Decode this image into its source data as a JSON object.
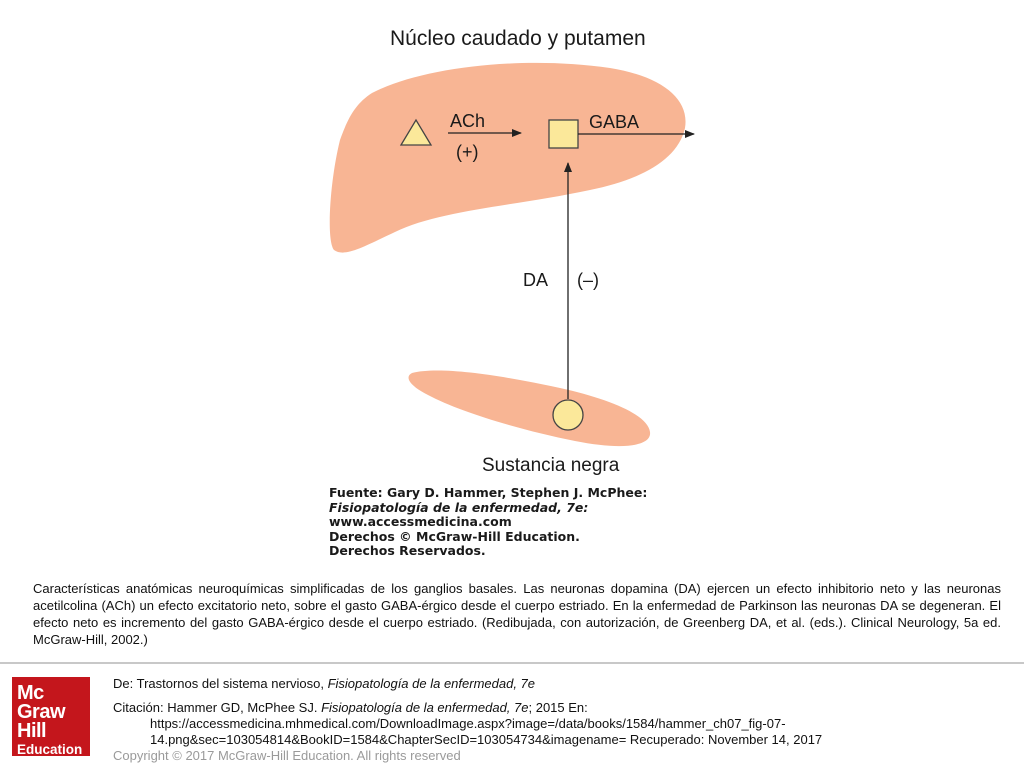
{
  "diagram": {
    "title": "Núcleo caudado y putamen",
    "ach_label": "ACh",
    "ach_sign": "(+)",
    "gaba_label": "GABA",
    "da_label": "DA",
    "da_sign": "(–)",
    "substantia_label": "Sustancia negra",
    "colors": {
      "region_fill": "#f8b594",
      "node_fill": "#fbe89a",
      "node_stroke": "#444444"
    },
    "source": {
      "line1": "Fuente: Gary D. Hammer, Stephen J. McPhee:",
      "line2": "Fisiopatología de la enfermedad, 7e:",
      "line3": "www.accessmedicina.com",
      "line4": "Derechos © McGraw-Hill Education.",
      "line5": "Derechos Reservados."
    }
  },
  "caption": "Características anatómicas neuroquímicas simplificadas de los ganglios basales. Las neuronas dopamina (DA) ejercen un efecto inhibitorio neto y las neuronas acetilcolina (ACh) un efecto excitatorio neto, sobre el gasto GABA-érgico desde el cuerpo estriado. En la enfermedad de Parkinson las neuronas DA se degeneran. El efecto neto es incremento del gasto GABA-érgico desde el cuerpo estriado. (Redibujada, con autorización, de Greenberg DA, et al. (eds.). Clinical Neurology, 5a ed. McGraw-Hill, 2002.)",
  "footer": {
    "logo": {
      "line1": "Mc",
      "line2": "Graw",
      "line3": "Hill",
      "line4": "Education",
      "color": "#c4161c"
    },
    "de_prefix": "De: Trastornos del sistema nervioso, ",
    "de_book": "Fisiopatología de la enfermedad, 7e",
    "cit_prefix": "Citación: Hammer GD, McPhee SJ. ",
    "cit_book": "Fisiopatología de la enfermedad, 7e",
    "cit_suffix": "; 2015 En:",
    "url_line1": "https://accessmedicina.mhmedical.com/DownloadImage.aspx?image=/data/books/1584/hammer_ch07_fig-07-",
    "url_line2": "14.png&sec=103054814&BookID=1584&ChapterSecID=103054734&imagename= Recuperado: November 14, 2017",
    "copyright": "Copyright © 2017 McGraw-Hill Education. All rights reserved"
  }
}
